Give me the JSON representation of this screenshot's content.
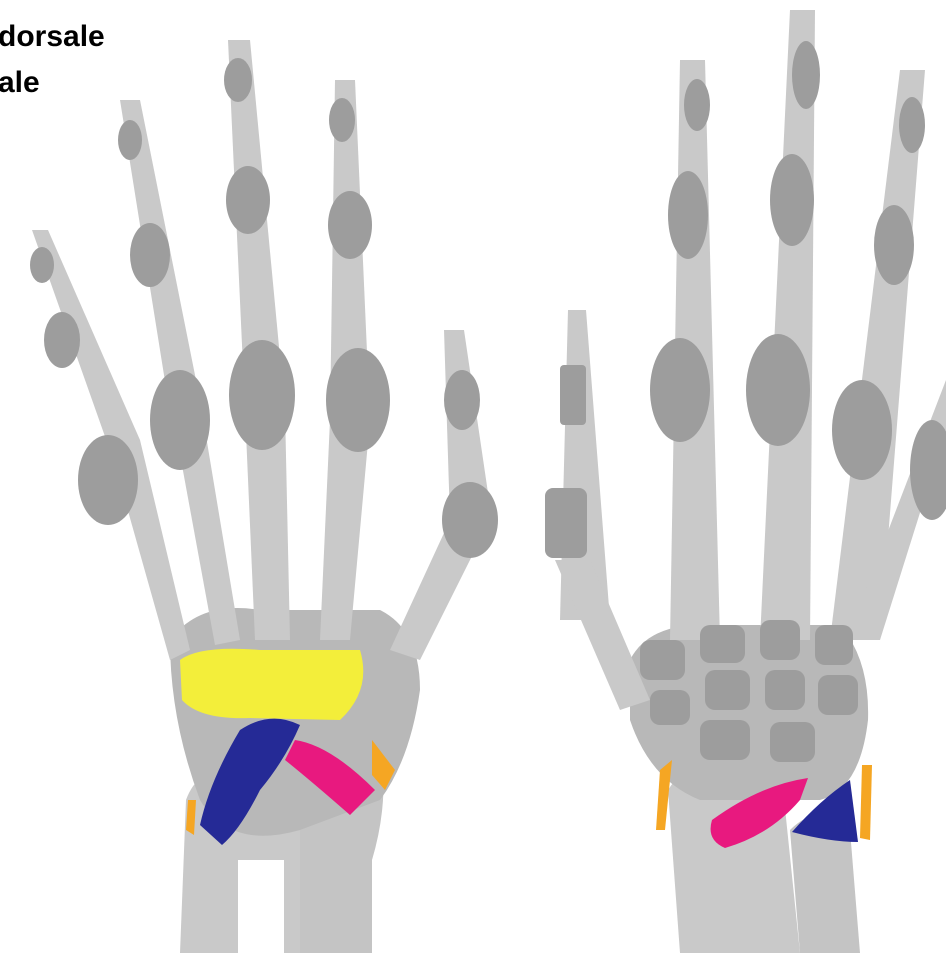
{
  "labels": {
    "line1": "dorsale",
    "line2": "ale"
  },
  "colors": {
    "bone": "#c9c9c9",
    "bone_dark": "#9d9d9d",
    "bone_edge": "#6f6f6f",
    "ligament_yellow": "#f3ee3a",
    "ligament_blue": "#252a96",
    "ligament_pink": "#e8197f",
    "ligament_orange": "#f5a623"
  },
  "icons": [
    "left-hand-skeleton",
    "right-hand-skeleton"
  ]
}
